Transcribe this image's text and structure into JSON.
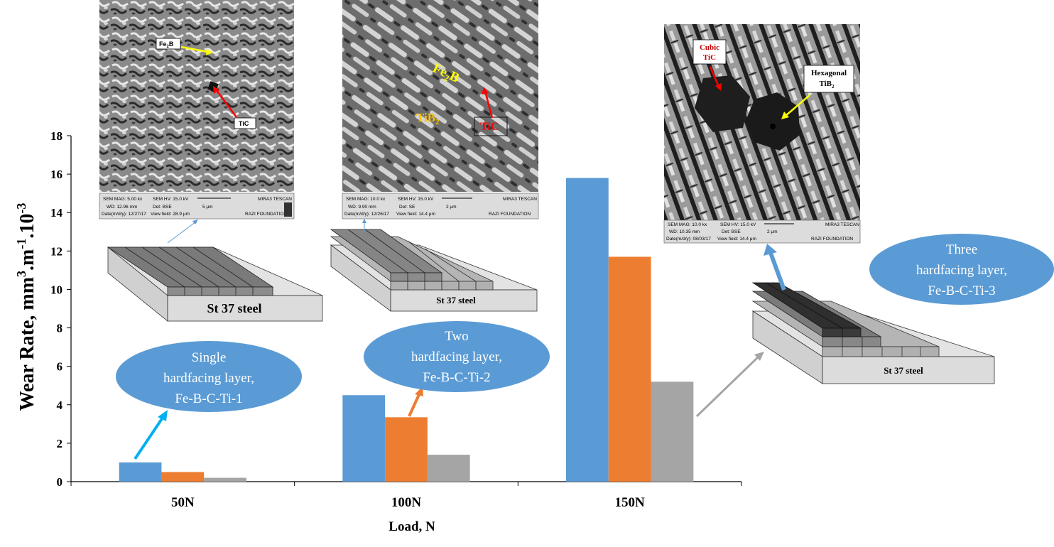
{
  "chart_data": {
    "type": "bar",
    "categories": [
      "50N",
      "100N",
      "150N"
    ],
    "series": [
      {
        "values": [
          1.0,
          4.5,
          15.8
        ],
        "color": "#5b9bd5"
      },
      {
        "values": [
          0.5,
          3.35,
          11.7
        ],
        "color": "#ed7d31"
      },
      {
        "values": [
          0.2,
          1.4,
          5.2
        ],
        "color": "#a5a5a5"
      }
    ],
    "xlabel": "Load, N",
    "ylabel": "Wear Rate, mm",
    "ylabel_unit": {
      "sup1": "3",
      "mid": ".m",
      "sup2": "-1",
      "dot": ".10",
      "sup3": "-3"
    },
    "ylim": [
      0,
      18
    ],
    "yticks": [
      "0",
      "2",
      "4",
      "6",
      "8",
      "10",
      "12",
      "14",
      "16",
      "18"
    ],
    "grid": false,
    "legend": "none"
  },
  "bubbles": [
    {
      "line1": "Single",
      "line2": "hardfacing layer,",
      "line3": "Fe-B-C-Ti-1",
      "color": "#5b9bd5"
    },
    {
      "line1": "Two",
      "line2": "hardfacing layer,",
      "line3": "Fe-B-C-Ti-2",
      "color": "#5b9bd5"
    },
    {
      "line1": "Three",
      "line2": "hardfacing layer,",
      "line3": "Fe-B-C-Ti-3",
      "color": "#5b9bd5"
    }
  ],
  "substrates": [
    {
      "label": "St 37 steel"
    },
    {
      "label": "St 37 steel"
    },
    {
      "label": "St 37 steel"
    }
  ],
  "sem_images": [
    {
      "phase_a": {
        "main": "Fe",
        "sub": "2",
        "tail": "B"
      },
      "phase_b": {
        "main": "TiC"
      },
      "bar": {
        "mag": "SEM MAG: 5.00 kx",
        "hv": "SEM HV: 15.0 kV",
        "wd": "WD: 12.96 mm",
        "det": "Det: BSE",
        "scale": "5 μm",
        "date": "Date(m/d/y): 12/27/17",
        "vf": "View field: 28.9 μm",
        "brand": "MIRA3 TESCAN",
        "org": "RAZI FOUNDATION"
      }
    },
    {
      "phase_a": {
        "main": "Fe",
        "sub": "2",
        "tail": "B"
      },
      "phase_b": {
        "main": "TiB",
        "sub": "2"
      },
      "phase_c": {
        "main": "TiC"
      },
      "bar": {
        "mag": "SEM MAG: 10.0 kx",
        "hv": "SEM HV: 15.0 kV",
        "wd": "WD: 9.90 mm",
        "det": "Det: SE",
        "scale": "2 μm",
        "date": "Date(m/d/y): 12/26/17",
        "vf": "View field: 14.4 μm",
        "brand": "MIRA3 TESCAN",
        "org": "RAZI FOUNDATION"
      }
    },
    {
      "phase_a": {
        "line1": "Cubic",
        "line2": "TiC"
      },
      "phase_b": {
        "line1": "Hexagonal",
        "main": "TiB",
        "sub": "2"
      },
      "bar": {
        "mag": "SEM MAG: 10.0 kx",
        "hv": "SEM HV: 15.0 kV",
        "wd": "WD: 10.35 mm",
        "det": "Det: BSE",
        "scale": "2 μm",
        "date": "Date(m/d/y): 08/03/17",
        "vf": "View field: 14.4 μm",
        "brand": "MIRA3 TESCAN",
        "org": "RAZI FOUNDATION"
      }
    }
  ],
  "colors": {
    "axis": "#000000",
    "bubble": "#5b9bd5",
    "arrow_cyan": "#00b0f0",
    "arrow_orange": "#ed7d31",
    "arrow_gray": "#a5a5a5",
    "arrow_blue": "#5b9bd5"
  }
}
